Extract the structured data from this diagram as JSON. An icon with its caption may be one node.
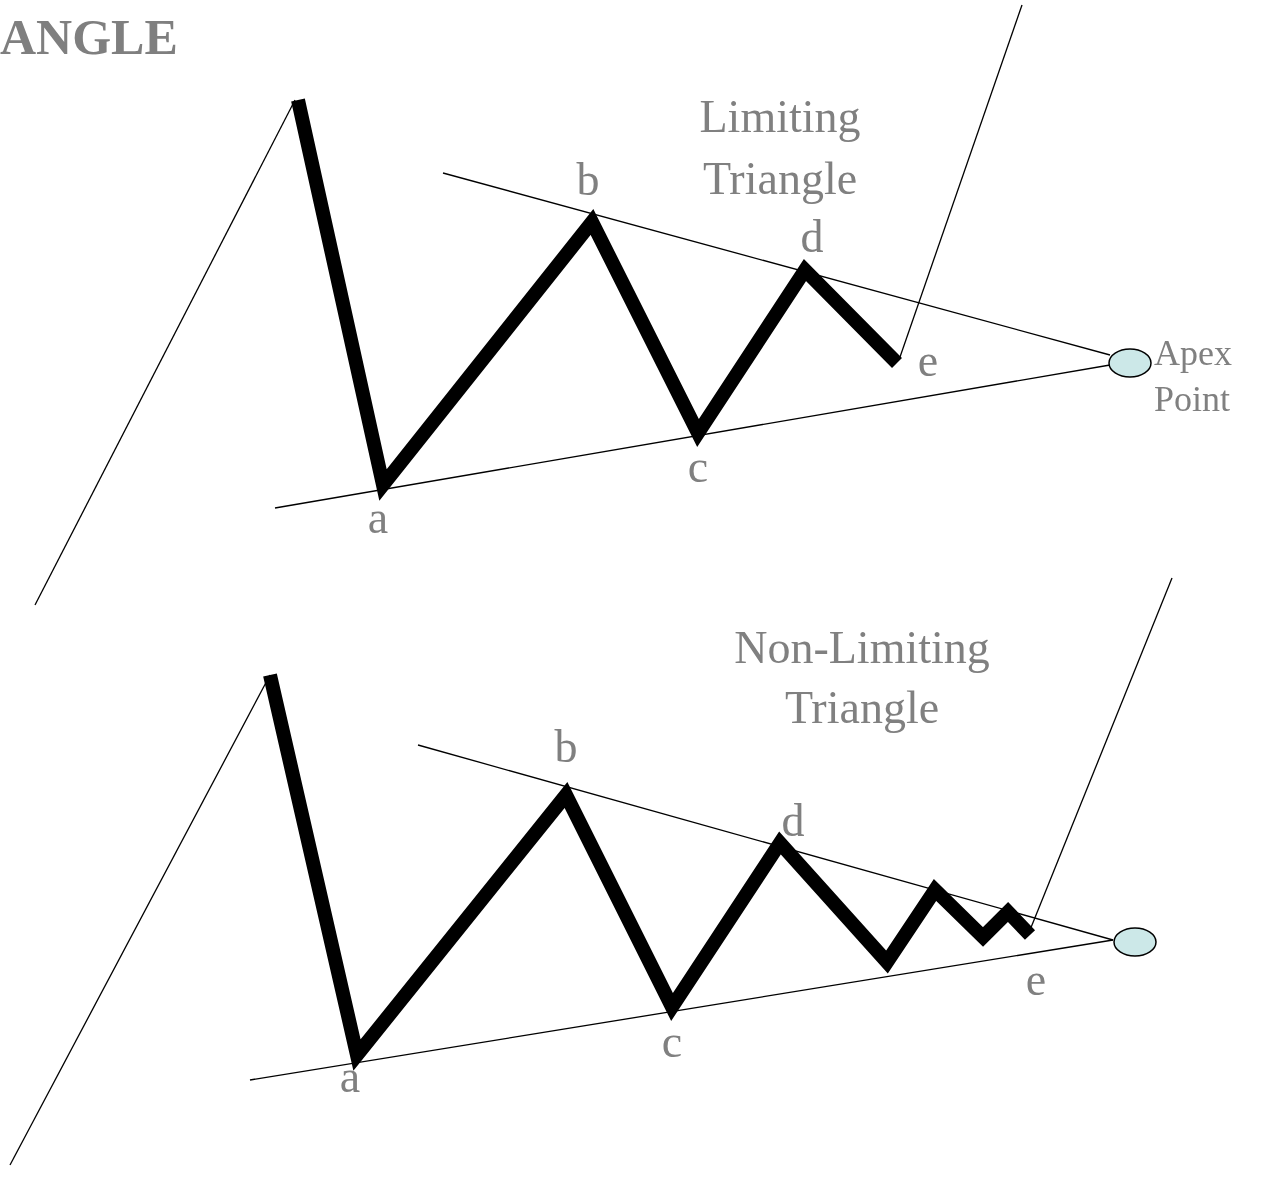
{
  "diagram": {
    "title": "ANGLE",
    "nodes": [
      {
        "text": [],
        "shape": "circle",
        "beside": [
          "Apex Point"
        ]
      },
      {
        "text": [],
        "shape": "circle"
      }
    ],
    "labels": [
      "Limiting Triangle",
      "b",
      "d",
      "e",
      "c",
      "a",
      "Non-Limiting Triangle",
      "b",
      "d",
      "e",
      "c",
      "a"
    ]
  }
}
